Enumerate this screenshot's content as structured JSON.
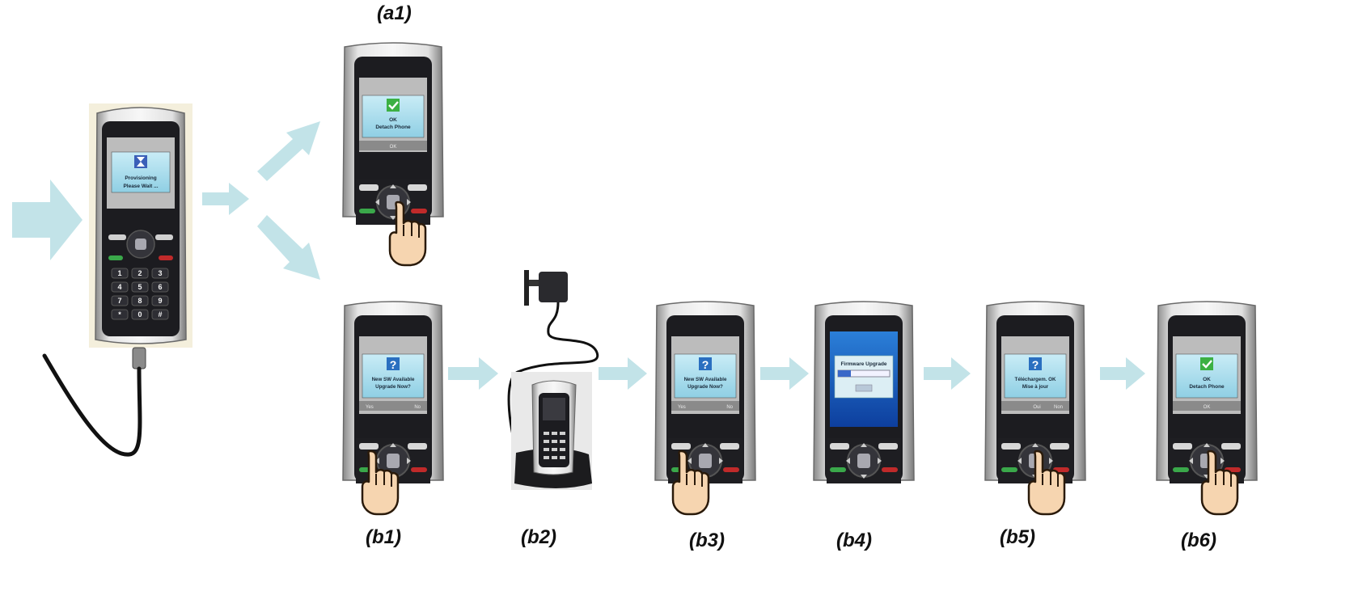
{
  "labels": {
    "a1": "(a1)",
    "b1": "(b1)",
    "b2": "(b2)",
    "b3": "(b3)",
    "b4": "(b4)",
    "b5": "(b5)",
    "b6": "(b6)"
  },
  "screens": {
    "provisioning": {
      "line1": "Provisioning",
      "line2": "Please Wait ..."
    },
    "a1": {
      "line1": "OK",
      "line2": "Detach Phone",
      "softkey_center": "OK"
    },
    "b1": {
      "line1": "New SW Available",
      "line2": "Upgrade Now?",
      "softkey_left": "Yes",
      "softkey_right": "No"
    },
    "b3": {
      "line1": "New SW Available",
      "line2": "Upgrade Now?",
      "softkey_left": "Yes",
      "softkey_right": "No"
    },
    "b4": {
      "title": "Firmware Upgrade",
      "progress": 0.25
    },
    "b5": {
      "line1": "Téléchargem. OK",
      "line2": "Mise à jour",
      "softkey_center": "Oui",
      "softkey_right": "Non"
    },
    "b6": {
      "line1": "OK",
      "line2": "Detach Phone",
      "softkey_center": "OK"
    }
  },
  "keypad": {
    "keys": [
      "1",
      "2",
      "3",
      "4",
      "5",
      "6",
      "7",
      "8",
      "9",
      "*",
      "0",
      "#"
    ]
  },
  "colors": {
    "arrow": "#bfe3e8",
    "screen_bg": "#9fd6e8",
    "phone_body": "#2a2a2e",
    "check": "#3cb043",
    "question": "#2a6fc0"
  },
  "icons": {
    "check": "check-icon",
    "question": "question-icon",
    "hourglass": "hourglass-icon",
    "hand": "pointing-hand-icon"
  }
}
